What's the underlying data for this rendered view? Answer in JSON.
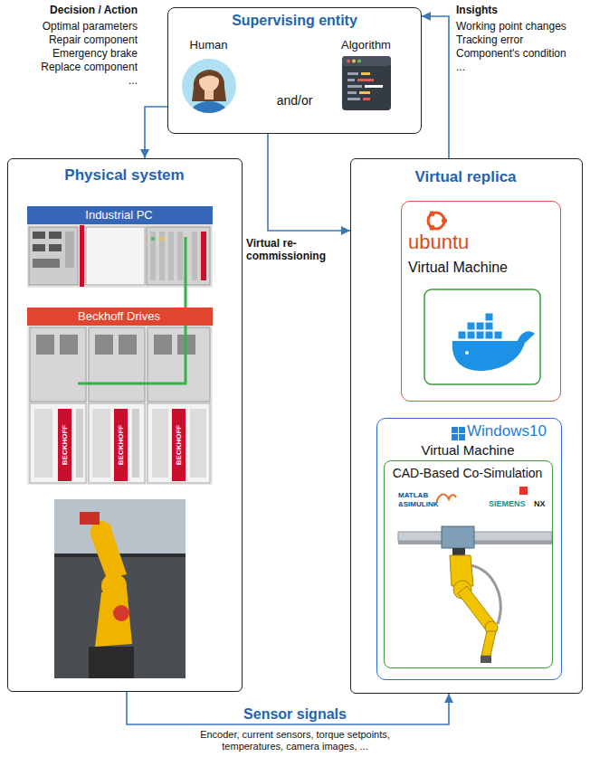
{
  "diagram": {
    "nodes": [
      {
        "text": [
          "Supervising entity",
          "Human",
          "and/or",
          "Algorithm"
        ]
      },
      {
        "text": [
          "Physical system"
        ]
      },
      {
        "text": [
          "Industrial PC"
        ],
        "in": 1
      },
      {
        "text": [
          "Beckhoff Drives"
        ],
        "in": 1
      },
      {
        "text": [
          "Virtual replica"
        ]
      },
      {
        "text": [
          "ubuntu",
          "Virtual Machine"
        ],
        "in": 4
      },
      {
        "text": [
          "Windows10",
          "Virtual Machine"
        ],
        "in": 4
      },
      {
        "text": [
          "CAD-Based Co-Simulation"
        ],
        "in": 6
      }
    ],
    "edges": [
      {
        "from": 0,
        "to": 1,
        "arrow": "to",
        "label": "Decision / Action"
      },
      {
        "from": 0,
        "to": 4,
        "arrow": "to",
        "label": "Virtual re-commissioning"
      },
      {
        "from": 4,
        "to": 0,
        "arrow": "to",
        "label": "Insights"
      },
      {
        "from": 1,
        "to": 4,
        "arrow": "to",
        "label": "Sensor signals"
      }
    ],
    "labels": [
      "Optimal parameters",
      "Repair component",
      "Emergency brake",
      "Replace component",
      "...",
      "Working point changes",
      "Tracking error",
      "Component's condition",
      "...",
      "Encoder, current sensors, torque setpoints, temperatures, camera images, ...",
      "BECKHOFF",
      "BECKHOFF",
      "BECKHOFF",
      "MATLAB",
      "&SIMULINK",
      "SIEMENS",
      "NX"
    ]
  }
}
